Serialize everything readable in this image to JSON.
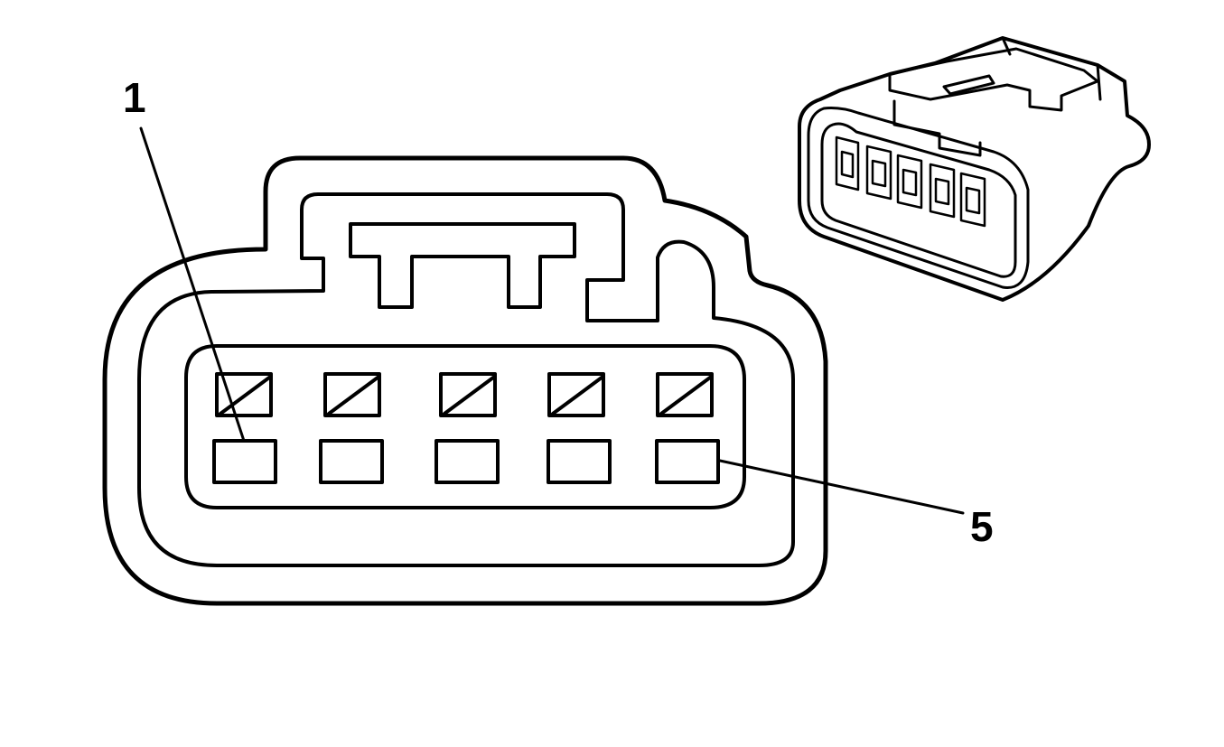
{
  "diagram": {
    "callouts": [
      {
        "id": "callout-1",
        "label": "1"
      },
      {
        "id": "callout-5",
        "label": "5"
      }
    ],
    "terminal_count": 5,
    "ink_color": "#000000",
    "background_color": "#ffffff"
  }
}
